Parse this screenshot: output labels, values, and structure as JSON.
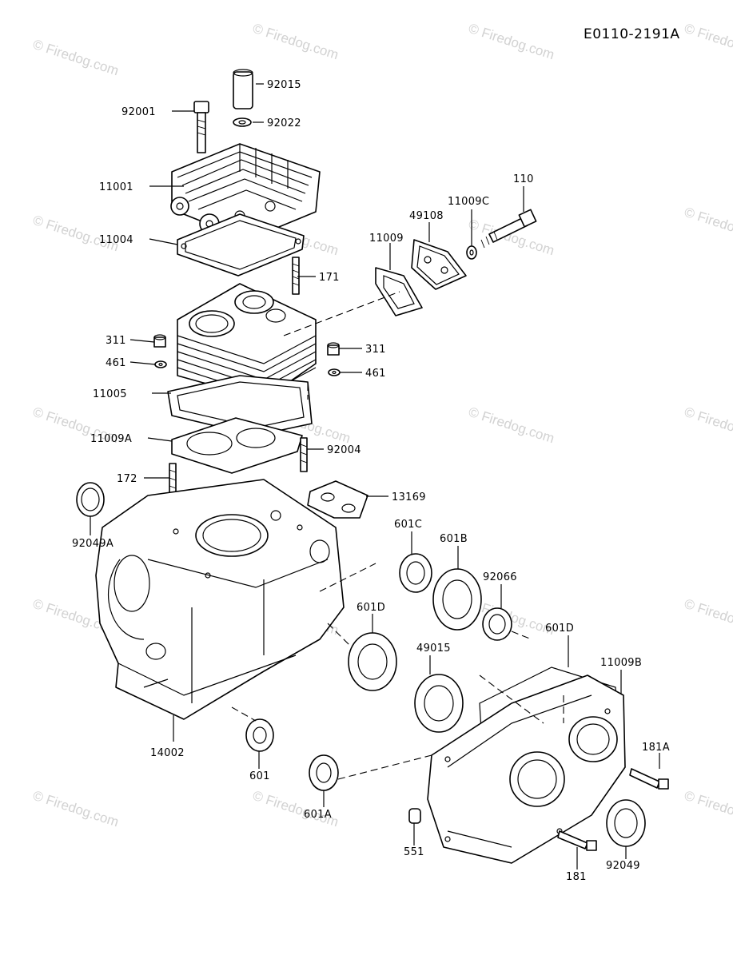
{
  "diagram_code": "E0110-2191A",
  "watermark_text": "© Firedog.com",
  "parts": [
    {
      "id": "92015",
      "label": "92015"
    },
    {
      "id": "92001",
      "label": "92001"
    },
    {
      "id": "92022",
      "label": "92022"
    },
    {
      "id": "11001",
      "label": "11001"
    },
    {
      "id": "11009C",
      "label": "11009C"
    },
    {
      "id": "110",
      "label": "110"
    },
    {
      "id": "49108",
      "label": "49108"
    },
    {
      "id": "11004",
      "label": "11004"
    },
    {
      "id": "11009",
      "label": "11009"
    },
    {
      "id": "171",
      "label": "171"
    },
    {
      "id": "311-l",
      "label": "311"
    },
    {
      "id": "311-r",
      "label": "311"
    },
    {
      "id": "461-l",
      "label": "461"
    },
    {
      "id": "461-r",
      "label": "461"
    },
    {
      "id": "11005",
      "label": "11005"
    },
    {
      "id": "11009A",
      "label": "11009A"
    },
    {
      "id": "92004",
      "label": "92004"
    },
    {
      "id": "172",
      "label": "172"
    },
    {
      "id": "13169",
      "label": "13169"
    },
    {
      "id": "92049A",
      "label": "92049A"
    },
    {
      "id": "601C",
      "label": "601C"
    },
    {
      "id": "601B",
      "label": "601B"
    },
    {
      "id": "92066",
      "label": "92066"
    },
    {
      "id": "601D-a",
      "label": "601D"
    },
    {
      "id": "601D-b",
      "label": "601D"
    },
    {
      "id": "11009B",
      "label": "11009B"
    },
    {
      "id": "49015",
      "label": "49015"
    },
    {
      "id": "14002",
      "label": "14002"
    },
    {
      "id": "601",
      "label": "601"
    },
    {
      "id": "181A",
      "label": "181A"
    },
    {
      "id": "601A",
      "label": "601A"
    },
    {
      "id": "551",
      "label": "551"
    },
    {
      "id": "181",
      "label": "181"
    },
    {
      "id": "92049",
      "label": "92049"
    }
  ]
}
